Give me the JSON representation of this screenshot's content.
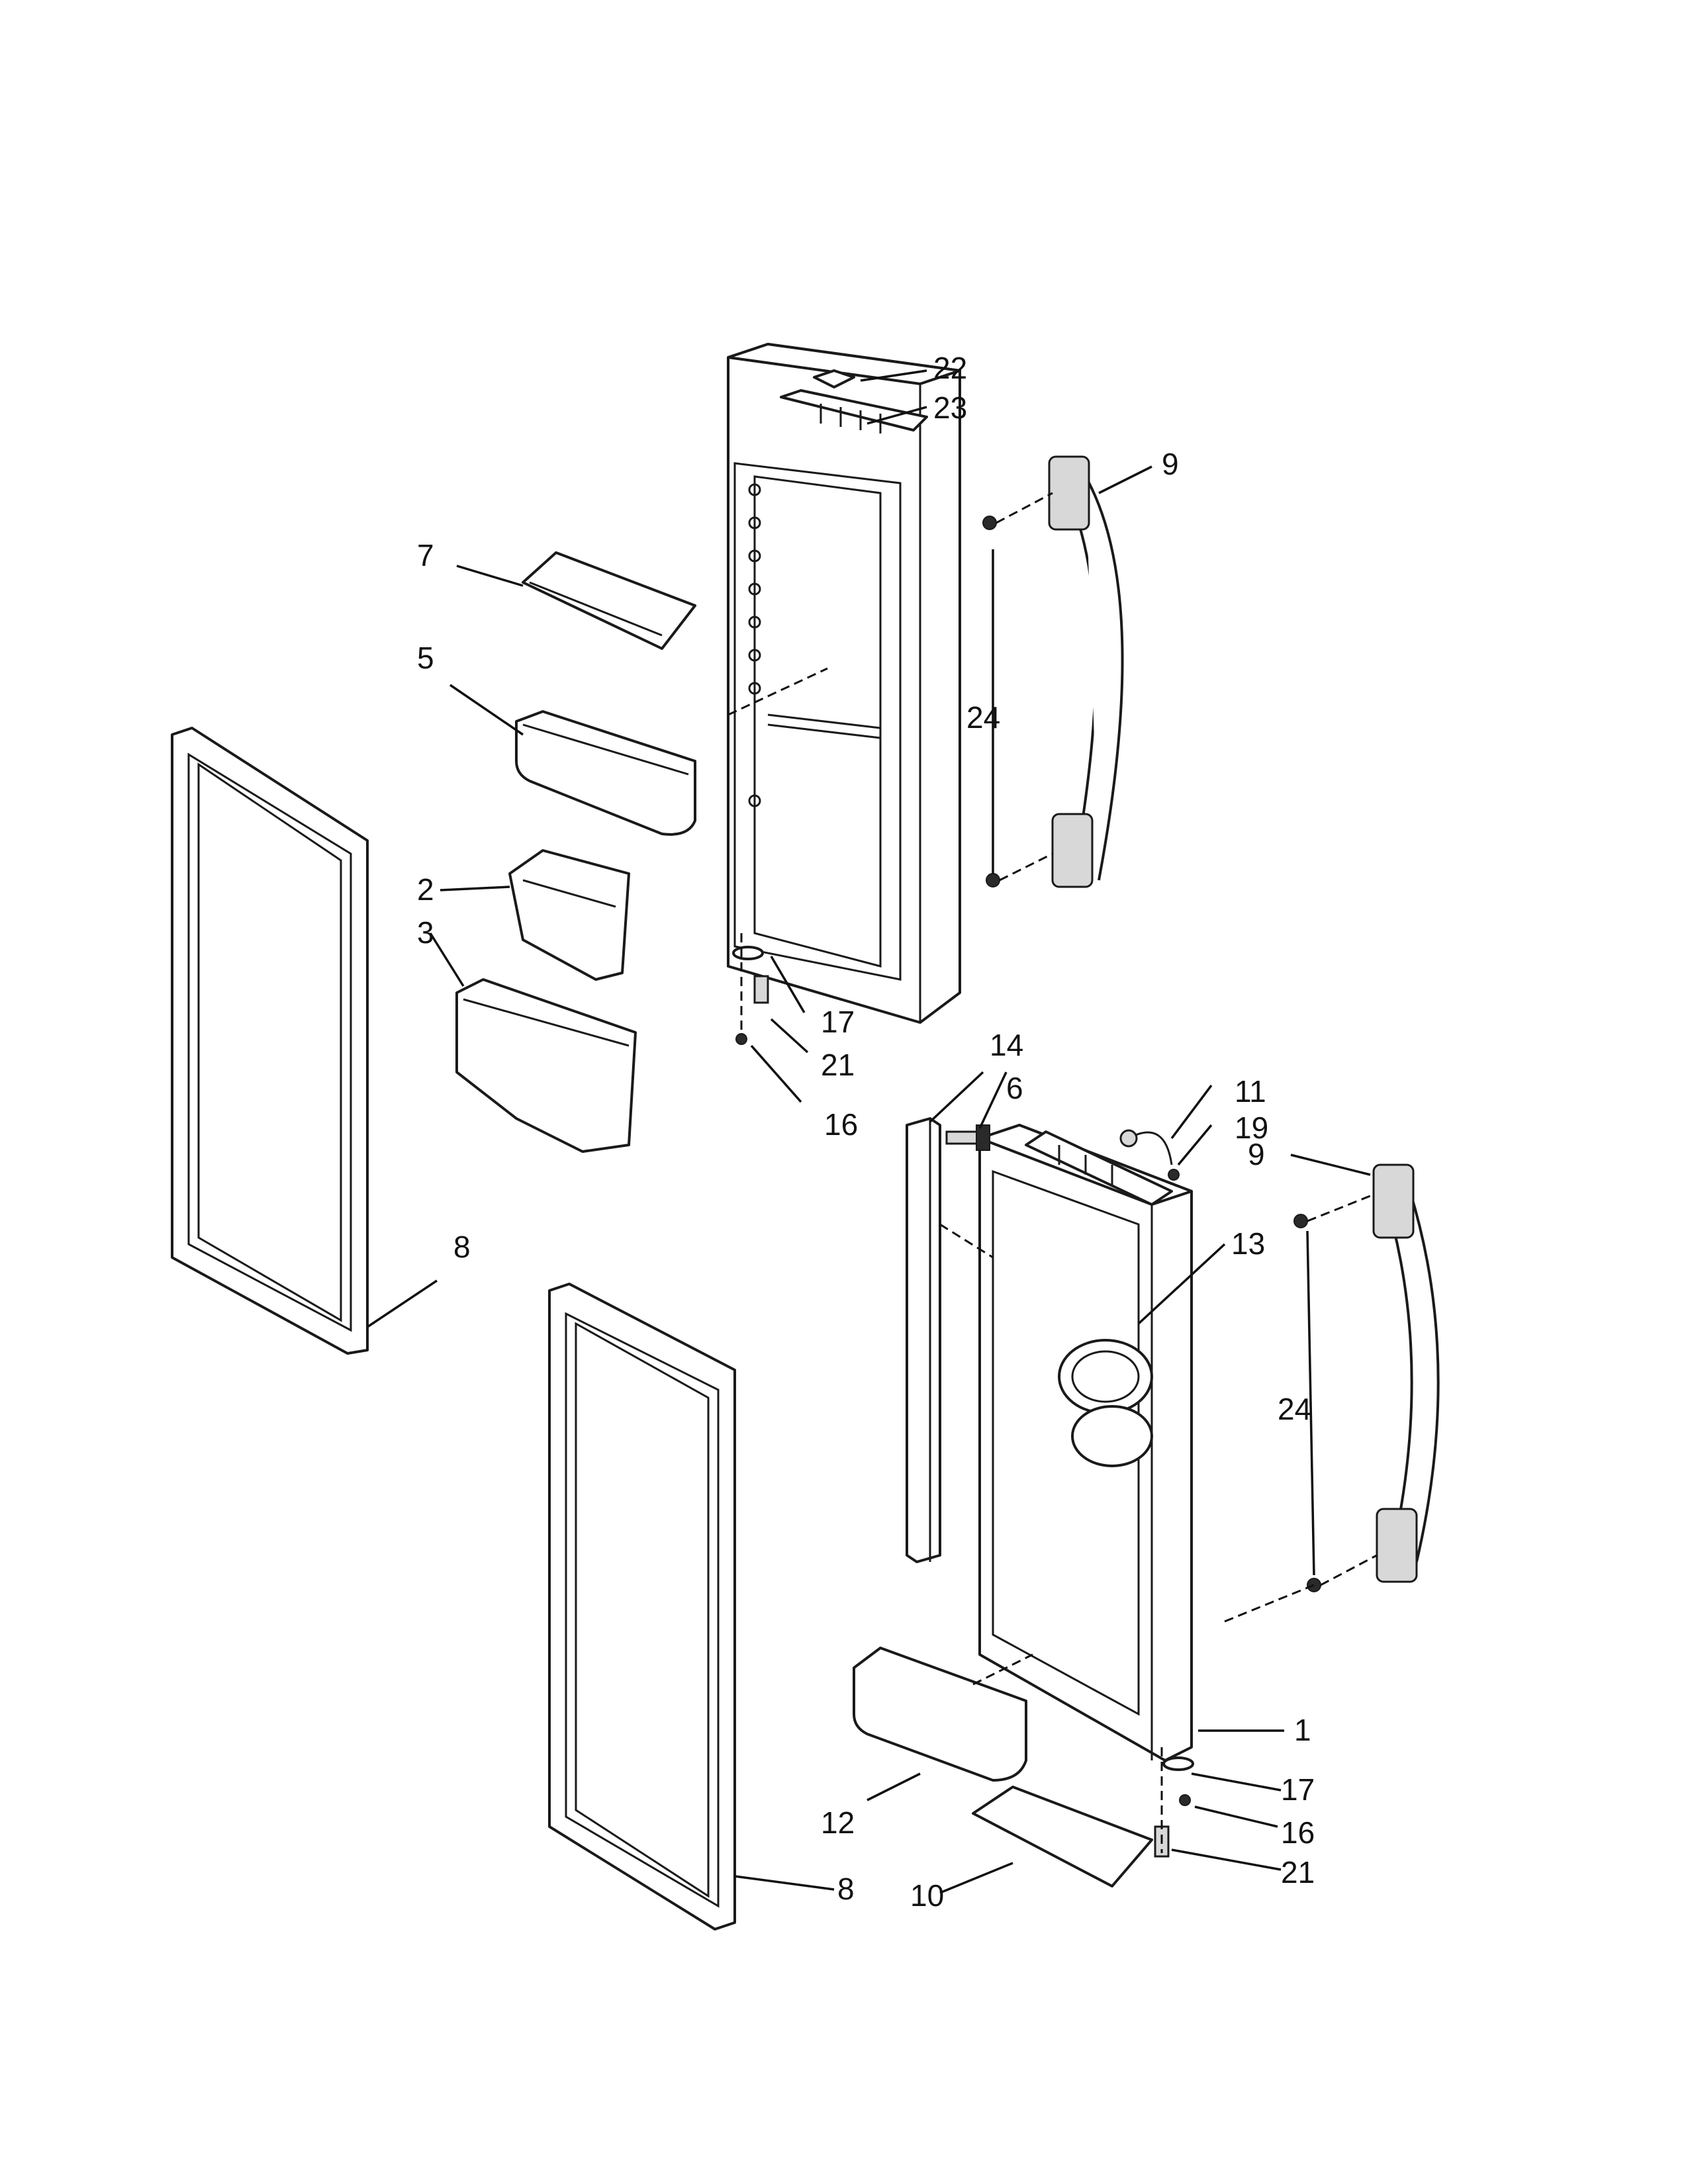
{
  "diagram": {
    "colors": {
      "line": "#1a1a1a",
      "background": "#ffffff",
      "shade": "#d8d8d8"
    },
    "callouts": [
      {
        "id": "c22",
        "label": "22"
      },
      {
        "id": "c23",
        "label": "23"
      },
      {
        "id": "c9a",
        "label": "9"
      },
      {
        "id": "c7",
        "label": "7"
      },
      {
        "id": "c5",
        "label": "5"
      },
      {
        "id": "c24a",
        "label": "24"
      },
      {
        "id": "c2",
        "label": "2"
      },
      {
        "id": "c3",
        "label": "3"
      },
      {
        "id": "c17a",
        "label": "17"
      },
      {
        "id": "c21a",
        "label": "21"
      },
      {
        "id": "c16a",
        "label": "16"
      },
      {
        "id": "c14",
        "label": "14"
      },
      {
        "id": "c6",
        "label": "6"
      },
      {
        "id": "c11",
        "label": "11"
      },
      {
        "id": "c19",
        "label": "19"
      },
      {
        "id": "c9b",
        "label": "9"
      },
      {
        "id": "c8a",
        "label": "8"
      },
      {
        "id": "c13",
        "label": "13"
      },
      {
        "id": "c24b",
        "label": "24"
      },
      {
        "id": "c1",
        "label": "1"
      },
      {
        "id": "c17b",
        "label": "17"
      },
      {
        "id": "c12",
        "label": "12"
      },
      {
        "id": "c16b",
        "label": "16"
      },
      {
        "id": "c8b",
        "label": "8"
      },
      {
        "id": "c21b",
        "label": "21"
      },
      {
        "id": "c10",
        "label": "10"
      }
    ]
  }
}
